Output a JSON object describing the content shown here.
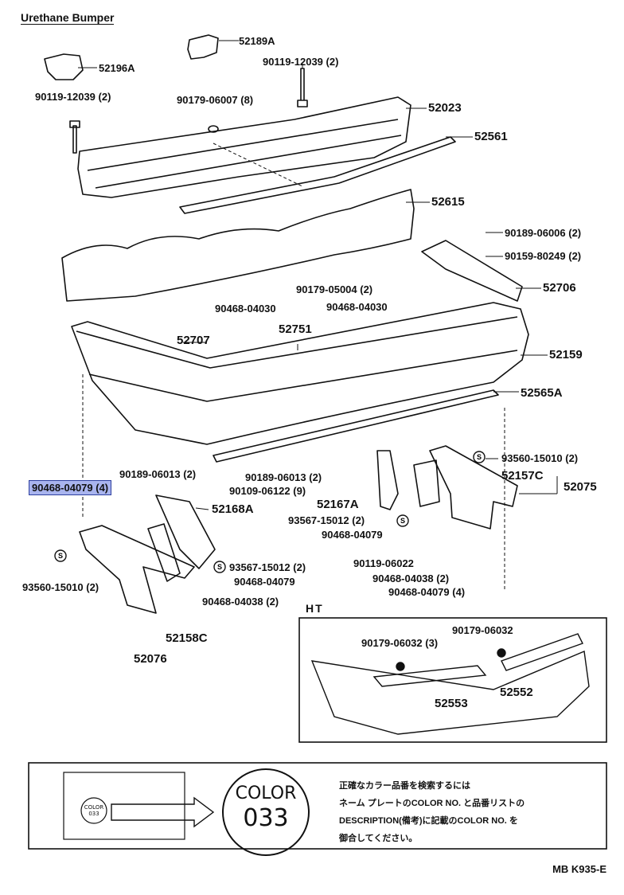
{
  "title": "Urethane Bumper",
  "highlight_label": "90468-04079 (4)",
  "parts": {
    "p52189A": "52189A",
    "p52196A": "52196A",
    "p90119_a": "90119-12039 (2)",
    "p90119_b": "90119-12039 (2)",
    "p90179_06007": "90179-06007 (8)",
    "p52023": "52023",
    "p52561": "52561",
    "p52615": "52615",
    "p90189_06006": "90189-06006 (2)",
    "p90159_80249": "90159-80249 (2)",
    "p90179_05004": "90179-05004 (2)",
    "p52706": "52706",
    "p90468_04030_a": "90468-04030",
    "p90468_04030_b": "90468-04030",
    "p52751": "52751",
    "p52707": "52707",
    "p52159": "52159",
    "p52565A": "52565A",
    "p93560_15010_r": "93560-15010 (2)",
    "p90189_06013_l": "90189-06013 (2)",
    "p90189_06013_r": "90189-06013 (2)",
    "p90109_06122": "90109-06122 (9)",
    "p52157C": "52157C",
    "p52075": "52075",
    "p52168A": "52168A",
    "p52167A": "52167A",
    "p93567_15012_a": "93567-15012 (2)",
    "p90468_04079_a": "90468-04079",
    "p93567_15012_b": "93567-15012 (2)",
    "p90468_04079_b": "90468-04079",
    "p90119_06022": "90119-06022",
    "p90468_04038_r": "90468-04038 (2)",
    "p90468_04079_c": "90468-04079 (4)",
    "p93560_15010_l": "93560-15010 (2)",
    "p90468_04038_l": "90468-04038 (2)",
    "p52158C": "52158C",
    "p52076": "52076"
  },
  "ht": {
    "label": "HT",
    "p90179_06032_a": "90179-06032 (3)",
    "p90179_06032_b": "90179-06032",
    "p52553": "52553",
    "p52552": "52552"
  },
  "color_panel": {
    "badge_word": "COLOR",
    "badge_number": "033",
    "plate_color_word": "COLOR",
    "plate_color_number": "033",
    "note_lines": [
      "正確なカラー品番を検索するには",
      "ネーム プレートのCOLOR NO. と品番リストの",
      "DESCRIPTION(備考)に記載のCOLOR NO. を",
      "御合してください。"
    ]
  },
  "diagram_code": "MB K935-E"
}
